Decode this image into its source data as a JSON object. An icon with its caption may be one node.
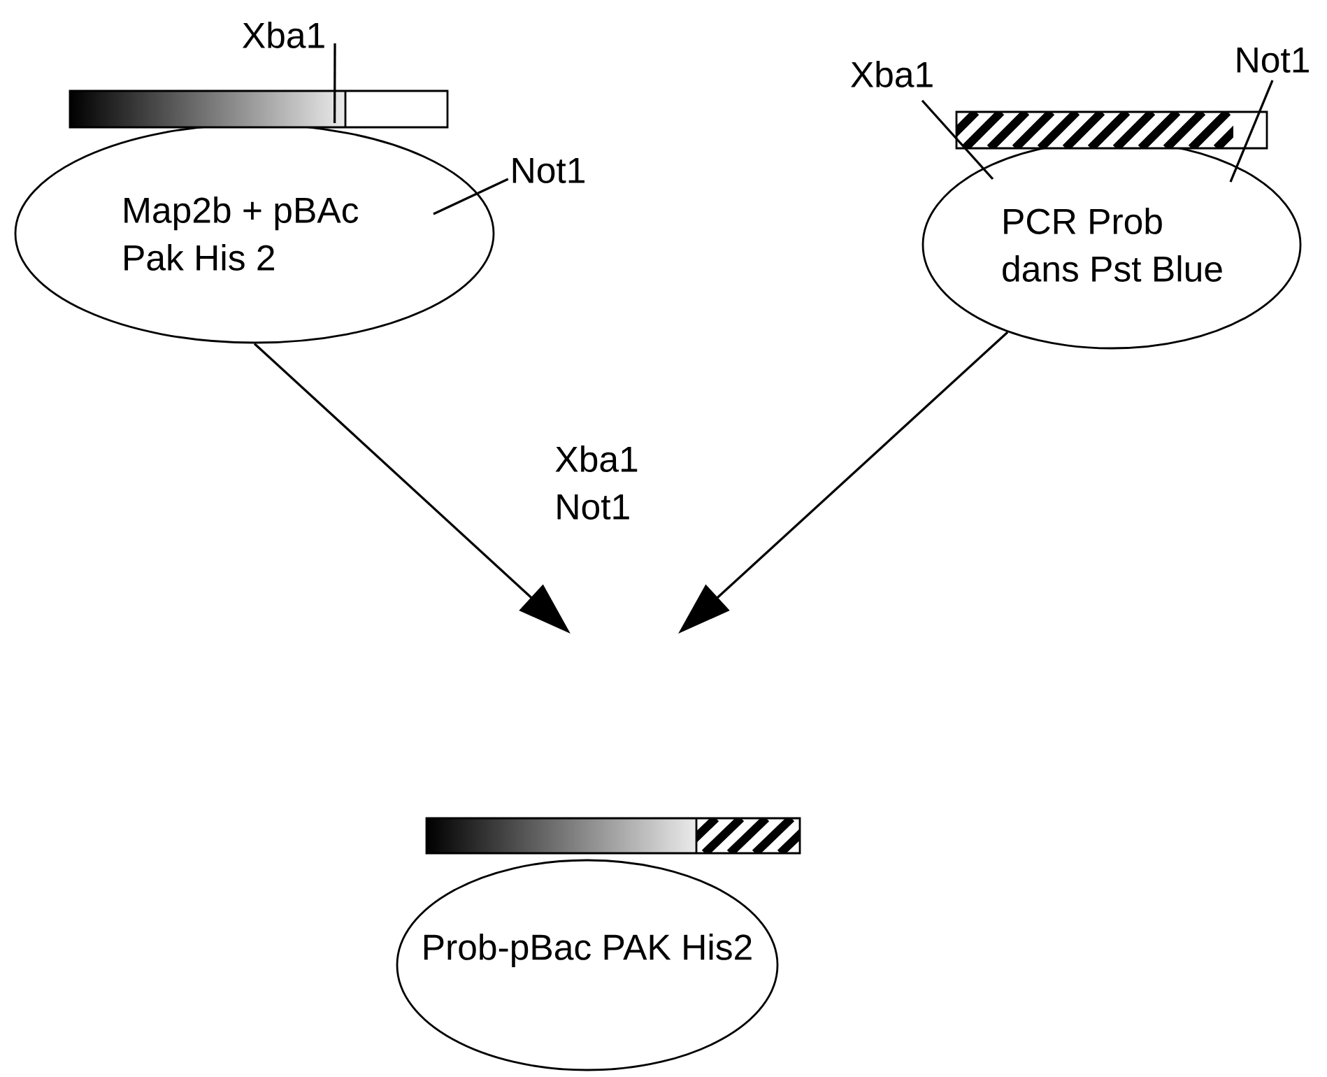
{
  "diagram": {
    "nodes": [
      {
        "text": [
          "Map2b + pBAc Pak His 2"
        ]
      },
      {
        "text": [],
        "shape": "bar"
      },
      {
        "text": [
          "Xba1"
        ]
      },
      {
        "text": [
          "Not1"
        ]
      },
      {
        "text": [
          "PCR Prob dans Pst Blue"
        ]
      },
      {
        "text": [],
        "shape": "bar"
      },
      {
        "text": [
          "Xba1"
        ]
      },
      {
        "text": [
          "Not1"
        ]
      },
      {
        "text": [],
        "shape": "bar"
      },
      {
        "text": [
          "Prob-pBac PAK His2"
        ]
      }
    ],
    "edges": [
      {
        "from": 0,
        "to": null,
        "arrow": "to"
      },
      {
        "from": 4,
        "to": null,
        "arrow": "to"
      },
      {
        "from": 2,
        "to": 1,
        "arrow": "none"
      },
      {
        "from": 3,
        "to": 0,
        "arrow": "none"
      },
      {
        "from": 6,
        "to": 4,
        "arrow": "none"
      },
      {
        "from": 7,
        "to": 4,
        "arrow": "none"
      }
    ],
    "labels": [
      "Xba1 Not1"
    ]
  }
}
